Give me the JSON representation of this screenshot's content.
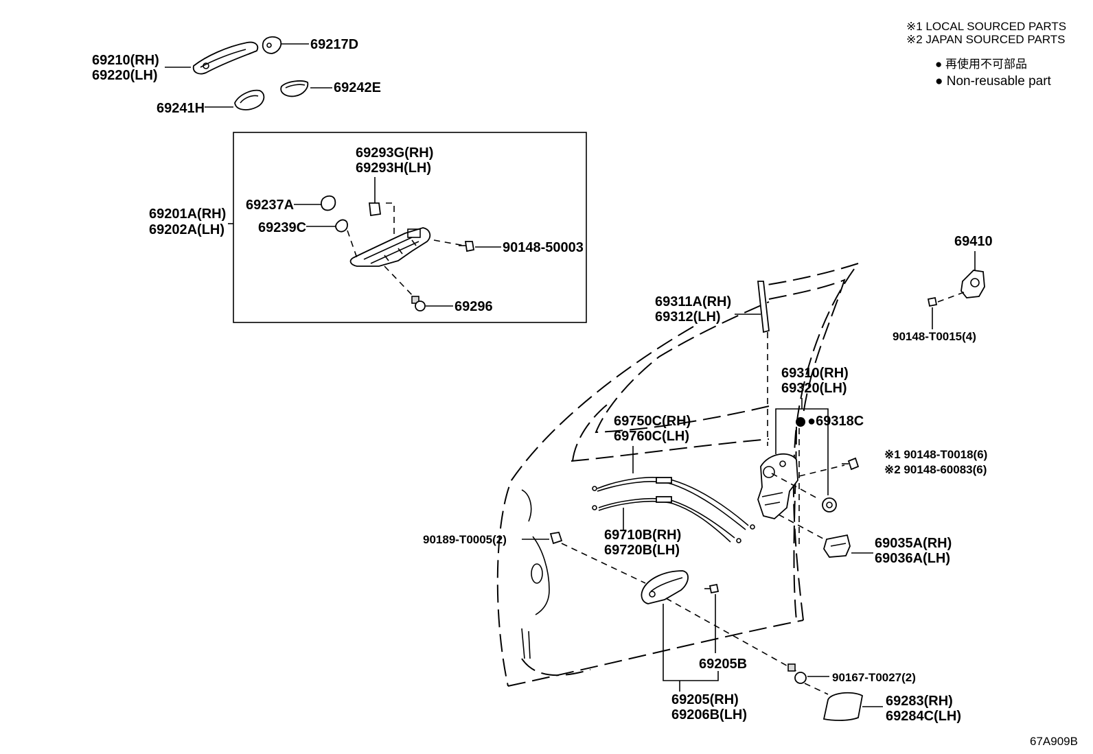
{
  "notes": {
    "local": "※1 LOCAL SOURCED PARTS",
    "japan": "※2 JAPAN SOURCED PARTS",
    "nonreusable_jp": "● 再使用不可部品",
    "nonreusable_en": "● Non-reusable part"
  },
  "labels": {
    "p69210": "69210(RH)",
    "p69220": "69220(LH)",
    "p69217D": "69217D",
    "p69241H": "69241H",
    "p69242E": "69242E",
    "p69293G": "69293G(RH)",
    "p69293H": "69293H(LH)",
    "p69201A": "69201A(RH)",
    "p69202A": "69202A(LH)",
    "p69237A": "69237A",
    "p69239C": "69239C",
    "p90148_50003": "90148-50003",
    "p69296": "69296",
    "p69410": "69410",
    "p90148_T0015": "90148-T0015(4)",
    "p69311A": "69311A(RH)",
    "p69312": "69312(LH)",
    "p69310": "69310(RH)",
    "p69320": "69320(LH)",
    "p69318C": "●69318C",
    "p90148_T0018": "※1 90148-T0018(6)",
    "p90148_60083": "※2 90148-60083(6)",
    "p69750C": "69750C(RH)",
    "p69760C": "69760C(LH)",
    "p69710B": "69710B(RH)",
    "p69720B": "69720B(LH)",
    "p90189": "90189-T0005(2)",
    "p69035A": "69035A(RH)",
    "p69036A": "69036A(LH)",
    "p69205B": "69205B",
    "p69205": "69205(RH)",
    "p69206B": "69206B(LH)",
    "p90167": "90167-T0027(2)",
    "p69283": "69283(RH)",
    "p69284C": "69284C(LH)",
    "code": "67A909B"
  }
}
